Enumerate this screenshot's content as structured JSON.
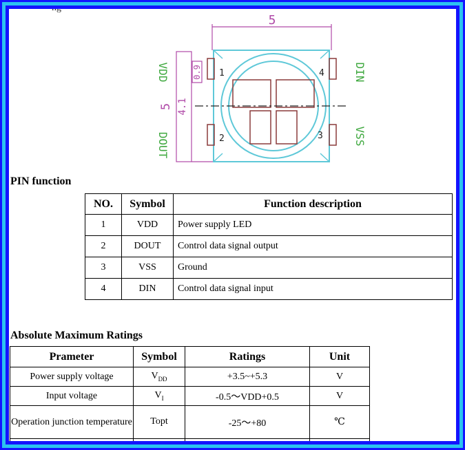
{
  "header_fragment": "ng",
  "diagram": {
    "dim_top": "5",
    "dim_left": "5",
    "dim_inner": "4.1",
    "dim_pad": "0.9",
    "pin_numbers": [
      "1",
      "2",
      "3",
      "4"
    ],
    "label_vdd": "VDD",
    "label_dout": "DOUT",
    "label_din": "DIN",
    "label_vss": "VSS"
  },
  "pin_section": {
    "title": "PIN function",
    "headers": [
      "NO.",
      "Symbol",
      "Function description"
    ],
    "rows": [
      [
        "1",
        "VDD",
        "Power supply LED"
      ],
      [
        "2",
        "DOUT",
        "Control data signal output"
      ],
      [
        "3",
        "VSS",
        "Ground"
      ],
      [
        "4",
        "DIN",
        "Control data signal input"
      ]
    ]
  },
  "ratings_section": {
    "title": "Absolute Maximum Ratings",
    "headers": [
      "Prameter",
      "Symbol",
      "Ratings",
      "Unit"
    ],
    "rows": [
      {
        "param": "Power supply voltage",
        "sym": "V",
        "sub": "DD",
        "rating": "+3.5~+5.3",
        "unit": "V"
      },
      {
        "param": "Input voltage",
        "sym": "V",
        "sub": "I",
        "rating": "-0.5～VDD+0.5",
        "unit": "V"
      },
      {
        "param": "Operation junction temperature",
        "sym": "Topt",
        "sub": "",
        "rating": "-25～+80",
        "unit": "℃"
      }
    ]
  },
  "colors": {
    "outer_border": "#1414ff",
    "inner_border": "#2cc2f0",
    "dim_lines": "#b04aa8",
    "package": "#5ec8d8",
    "pads": "#8a3a3a",
    "labels": "#3ea83e"
  }
}
